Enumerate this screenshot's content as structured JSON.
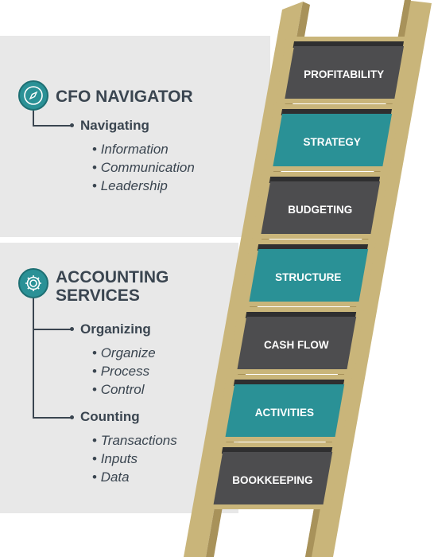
{
  "cfo": {
    "title": "CFO NAVIGATOR",
    "icon": "compass-icon",
    "subsection": {
      "title": "Navigating",
      "items": [
        "Information",
        "Communication",
        "Leadership"
      ]
    }
  },
  "accounting": {
    "title_line1": "ACCOUNTING",
    "title_line2": "SERVICES",
    "icon": "gear-icon",
    "subsections": [
      {
        "title": "Organizing",
        "items": [
          "Organize",
          "Process",
          "Control"
        ]
      },
      {
        "title": "Counting",
        "items": [
          "Transactions",
          "Inputs",
          "Data"
        ]
      }
    ]
  },
  "ladder": {
    "rungs": [
      {
        "label": "PROFITABILITY",
        "style": "dark"
      },
      {
        "label": "STRATEGY",
        "style": "teal"
      },
      {
        "label": "BUDGETING",
        "style": "dark"
      },
      {
        "label": "STRUCTURE",
        "style": "teal"
      },
      {
        "label": "CASH FLOW",
        "style": "dark"
      },
      {
        "label": "ACTIVITIES",
        "style": "teal"
      },
      {
        "label": "BOOKKEEPING",
        "style": "dark"
      }
    ]
  },
  "colors": {
    "teal": "#2a9196",
    "dark": "#4d4d4f",
    "ladder_wood": "#c9b57a",
    "ladder_wood_dark": "#a8925a",
    "text": "#3a4550",
    "panel": "#e8e8e8"
  }
}
